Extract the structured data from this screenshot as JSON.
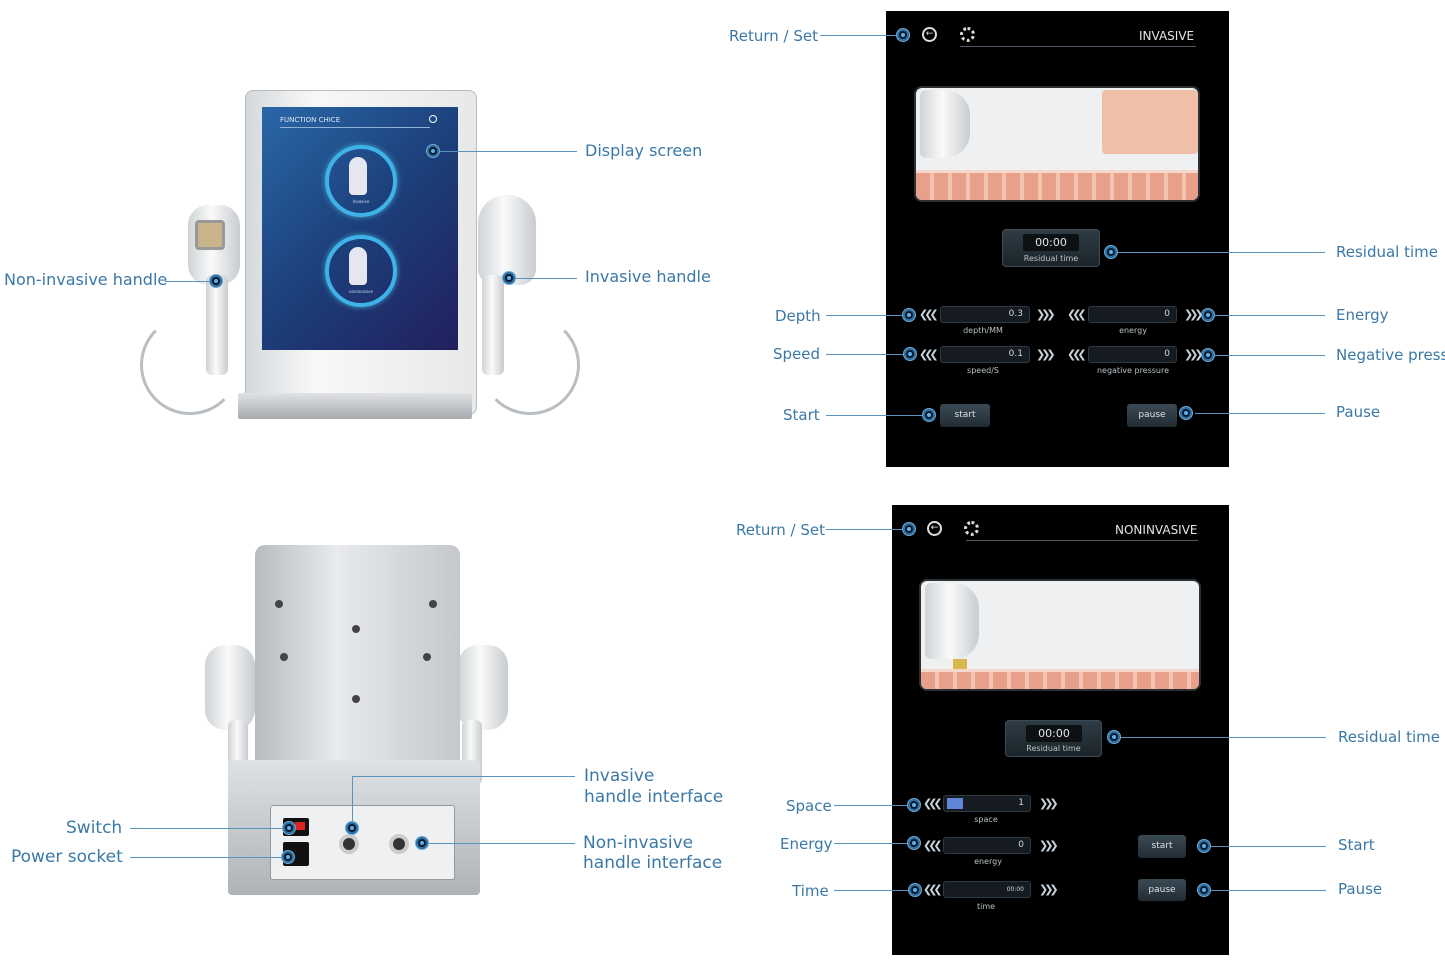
{
  "front_view": {
    "screen_title": "FUNCTION CHICE",
    "btn_invasive": "Invasive",
    "btn_noninvasive": "noninvasive",
    "labels": {
      "display_screen": "Display screen",
      "noninvasive_handle": "Non-invasive handle",
      "invasive_handle": "Invasive handle"
    }
  },
  "back_view": {
    "labels": {
      "invasive_interface_1": "Invasive",
      "invasive_interface_2": "handle interface",
      "noninvasive_interface_1": "Non-invasive",
      "noninvasive_interface_2": "handle interface",
      "switch": "Switch",
      "power_socket": "Power socket"
    }
  },
  "invasive_panel": {
    "title": "INVASIVE",
    "residual_time": "00:00",
    "residual_caption": "Residual time",
    "depth_value": "0.3",
    "depth_caption": "depth/MM",
    "speed_value": "0.1",
    "speed_caption": "speed/S",
    "energy_value": "0",
    "energy_caption": "energy",
    "pressure_value": "0",
    "pressure_caption": "negative pressure",
    "start": "start",
    "pause": "pause",
    "labels": {
      "return_set": "Return / Set",
      "residual_time": "Residual time",
      "depth": "Depth",
      "speed": "Speed",
      "start": "Start",
      "energy": "Energy",
      "negative_pressure": "Negative pressu",
      "pause": "Pause"
    }
  },
  "noninvasive_panel": {
    "title": "NONINVASIVE",
    "residual_time": "00:00",
    "residual_caption": "Residual time",
    "space_value": "1",
    "space_caption": "space",
    "energy_value": "0",
    "energy_caption": "energy",
    "time_value": "00:00",
    "time_caption": "time",
    "start": "start",
    "pause": "pause",
    "labels": {
      "return_set": "Return / Set",
      "residual_time": "Residual time",
      "space": "Space",
      "energy": "Energy",
      "time": "Time",
      "start": "Start",
      "pause": "Pause"
    }
  }
}
